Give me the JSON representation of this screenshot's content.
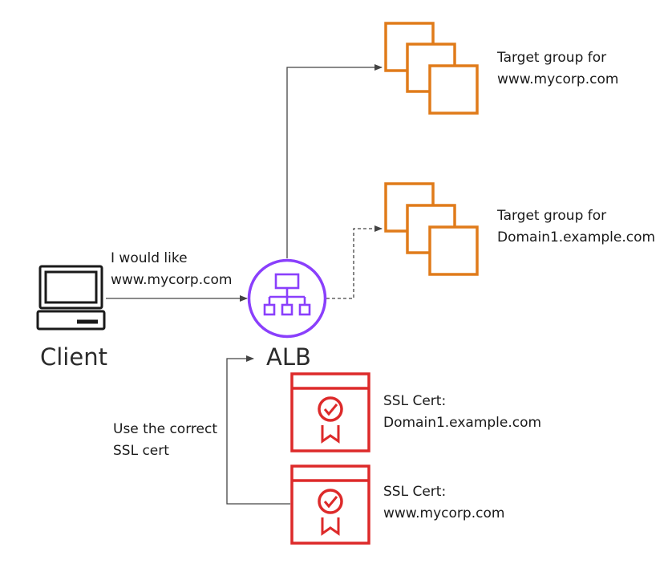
{
  "colors": {
    "target_group": "#e07b1a",
    "alb": "#8a3ffc",
    "ssl_cert": "#dd2a2a",
    "client": "#1a1a1a",
    "connector": "#444444"
  },
  "icons": {
    "client": "laptop-icon",
    "alb": "load-balancer-icon",
    "target_group": "stacked-instances-icon",
    "ssl_cert": "certificate-icon"
  },
  "client": {
    "label": "Client"
  },
  "alb": {
    "label": "ALB"
  },
  "request": {
    "line1": "I would like",
    "line2": "www.mycorp.com"
  },
  "sni_note": {
    "line1": "Use the correct",
    "line2": "SSL cert"
  },
  "target_groups": [
    {
      "line1": "Target group for",
      "line2": "www.mycorp.com",
      "connection": "solid"
    },
    {
      "line1": "Target group for",
      "line2": "Domain1.example.com",
      "connection": "dashed"
    }
  ],
  "certs": [
    {
      "line1": "SSL Cert:",
      "line2": "Domain1.example.com"
    },
    {
      "line1": "SSL Cert:",
      "line2": "www.mycorp.com"
    }
  ]
}
